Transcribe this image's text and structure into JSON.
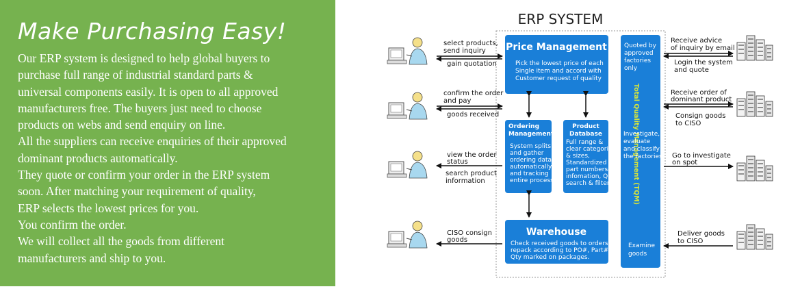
{
  "headline": "Make Purchasing Easy!",
  "paragraph_lines": [
    "Our ERP system is designed to help global buyers to",
    "purchase full range of industrial standard parts &",
    "universal components easily. It is open to all approved",
    "manufacturers free. The buyers just need to choose",
    "products on webs and send enquiry on line.",
    "All the suppliers can receive enquiries of their approved",
    "dominant products automatically.",
    "They quote or confirm your order in the ERP system",
    "soon. After matching your requirement of quality,",
    "ERP selects the lowest prices for you.",
    "You confirm the order.",
    "We will collect all the goods from different",
    "manufacturers and ship to you."
  ],
  "diagram": {
    "title": "ERP SYSTEM",
    "price_management": {
      "title": "Price Management",
      "lines": [
        "Pick the lowest price of each",
        "Single item and accord with",
        "Customer request of quality"
      ]
    },
    "ordering_management": {
      "title_lines": [
        "Ordering",
        "Management"
      ],
      "lines": [
        "System splits",
        "and gather",
        "ordering data",
        "automatically",
        "and tracking",
        "entire process"
      ]
    },
    "product_database": {
      "title_lines": [
        "Product",
        "Database"
      ],
      "lines": [
        "Full range &",
        "clear categories",
        "& sizes,",
        "Standardized",
        "part numbers&",
        "infomation, Quick",
        "search & filter"
      ]
    },
    "warehouse": {
      "title": "Warehouse",
      "lines": [
        "Check received goods to orders,",
        "repack according to PO#, Part# &",
        "Qty marked on packages."
      ]
    },
    "tqm": {
      "top_lines": [
        "Quoted by",
        "approved",
        "factories",
        "only"
      ],
      "vertical_label": "Total Quality  Management (TQM)",
      "mid_lines": [
        "Investigate,",
        "evaluate",
        "and classify",
        "the factories"
      ],
      "bottom_lines": [
        "Examine",
        "goods"
      ]
    },
    "buyer_flows": [
      {
        "out_lines": [
          "select products,",
          "send inquiry"
        ],
        "in_lines": [
          "gain quotation"
        ]
      },
      {
        "out_lines": [
          "confirm the order",
          "and pay"
        ],
        "in_lines": [
          "goods received"
        ]
      },
      {
        "out_lines": [
          "view the order",
          "status"
        ],
        "in_lines": [
          "search product",
          "information"
        ]
      },
      {
        "out_lines": [
          "CISO consign",
          "goods"
        ],
        "in_lines": []
      }
    ],
    "supplier_flows": [
      {
        "in_lines": [
          "Receive advice",
          "of inquiry by email"
        ],
        "out_lines": [
          "Login the system",
          "and quote"
        ]
      },
      {
        "in_lines": [
          "Receive order of",
          "dominant product"
        ],
        "out_lines": [
          "Consign goods",
          "to CISO"
        ]
      },
      {
        "in_lines": [
          "Go to investigate",
          "on spot"
        ],
        "out_lines": []
      },
      {
        "in_lines": [
          "Deliver goods",
          "to CISO"
        ],
        "out_lines": []
      }
    ],
    "colors": {
      "box": "#1a7fd8",
      "panel_green": "#76b24f",
      "arrow": "#111111"
    }
  }
}
